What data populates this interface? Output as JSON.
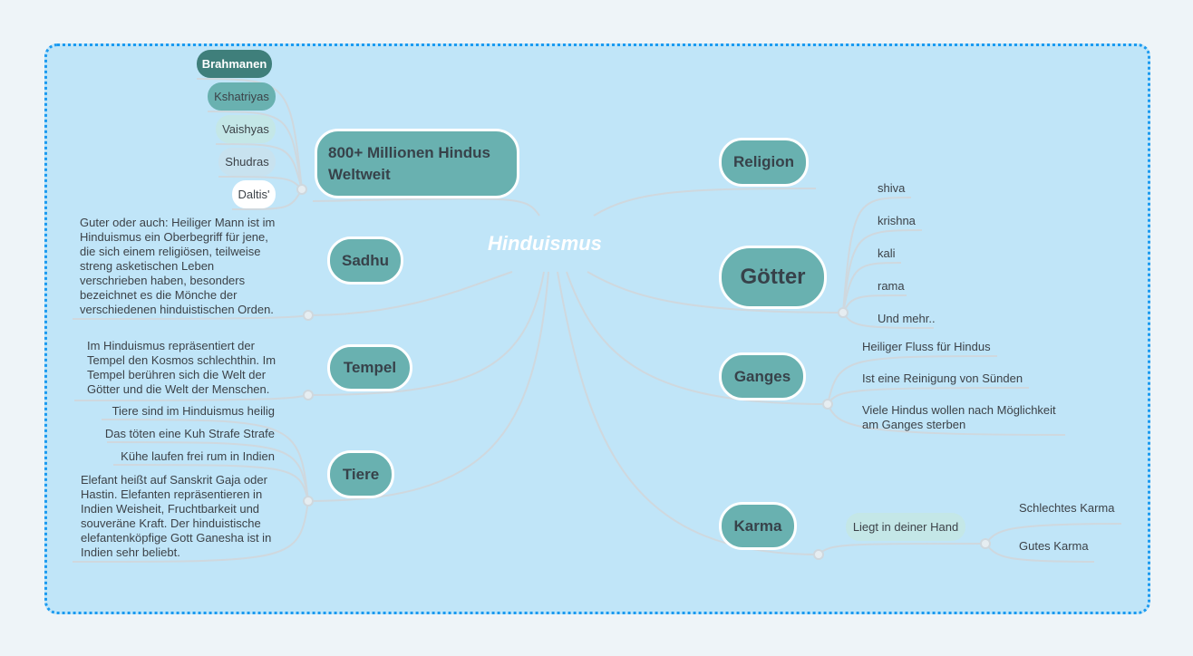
{
  "center": "Hinduismus",
  "left": {
    "hindus": {
      "label": "800+ Millionen Hindus Weltweit",
      "castes": [
        "Brahmanen",
        "Kshatriyas",
        "Vaishyas",
        "Shudras",
        "Daltis'"
      ]
    },
    "sadhu": {
      "label": "Sadhu",
      "text": "Guter oder auch: Heiliger Mann ist im Hinduismus ein Oberbegriff für jene, die sich einem religiösen, teilweise streng asketischen Leben verschrieben haben, besonders bezeichnet es die Mönche der verschiedenen hinduistischen Orden."
    },
    "tempel": {
      "label": "Tempel",
      "text": "Im Hinduismus repräsentiert der Tempel den Kosmos schlechthin. Im Tempel berühren sich die Welt der Götter und die Welt der Menschen."
    },
    "tiere": {
      "label": "Tiere",
      "items": [
        "Tiere sind im Hinduismus heilig",
        "Das töten eine Kuh Strafe Strafe",
        "Kühe laufen frei rum in Indien",
        "Elefant heißt auf Sanskrit Gaja oder Hastin. Elefanten repräsentieren in Indien Weisheit, Fruchtbarkeit und souveräne Kraft. Der hinduistische elefantenköpfige Gott Ganesha ist in Indien sehr beliebt."
      ]
    }
  },
  "right": {
    "religion": {
      "label": "Religion"
    },
    "goetter": {
      "label": "Götter",
      "items": [
        "shiva",
        "krishna",
        "kali",
        "rama",
        "Und mehr.."
      ]
    },
    "ganges": {
      "label": "Ganges",
      "items": [
        "Heiliger Fluss für Hindus",
        "Ist eine Reinigung von Sünden",
        "Viele Hindus wollen nach Möglichkeit am Ganges sterben"
      ]
    },
    "karma": {
      "label": "Karma",
      "sub": "Liegt in deiner Hand",
      "items": [
        "Schlechtes Karma",
        "Gutes Karma"
      ]
    }
  },
  "colors": {
    "canvas": "#c0e5f8",
    "border": "#1b9af0",
    "node": "#69b1b0",
    "dark": "#3f7f7b"
  }
}
